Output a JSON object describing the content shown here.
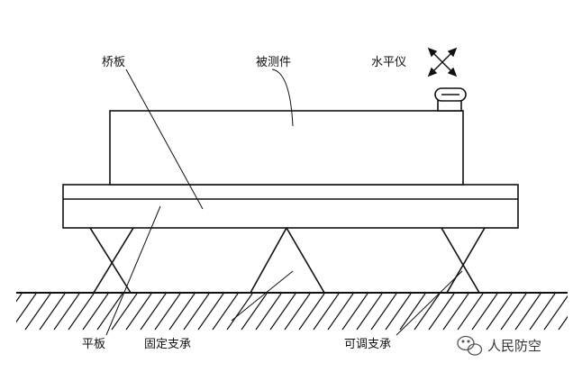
{
  "labels": {
    "bridge_plate": "桥板",
    "workpiece": "被测件",
    "level": "水平仪",
    "flat_plate": "平板",
    "fixed_support": "固定支承",
    "adjustable_support": "可调支承"
  },
  "watermark": {
    "text": "人民防空",
    "icon": "wechat-icon"
  },
  "colors": {
    "ink": "#111111",
    "background": "#ffffff"
  }
}
